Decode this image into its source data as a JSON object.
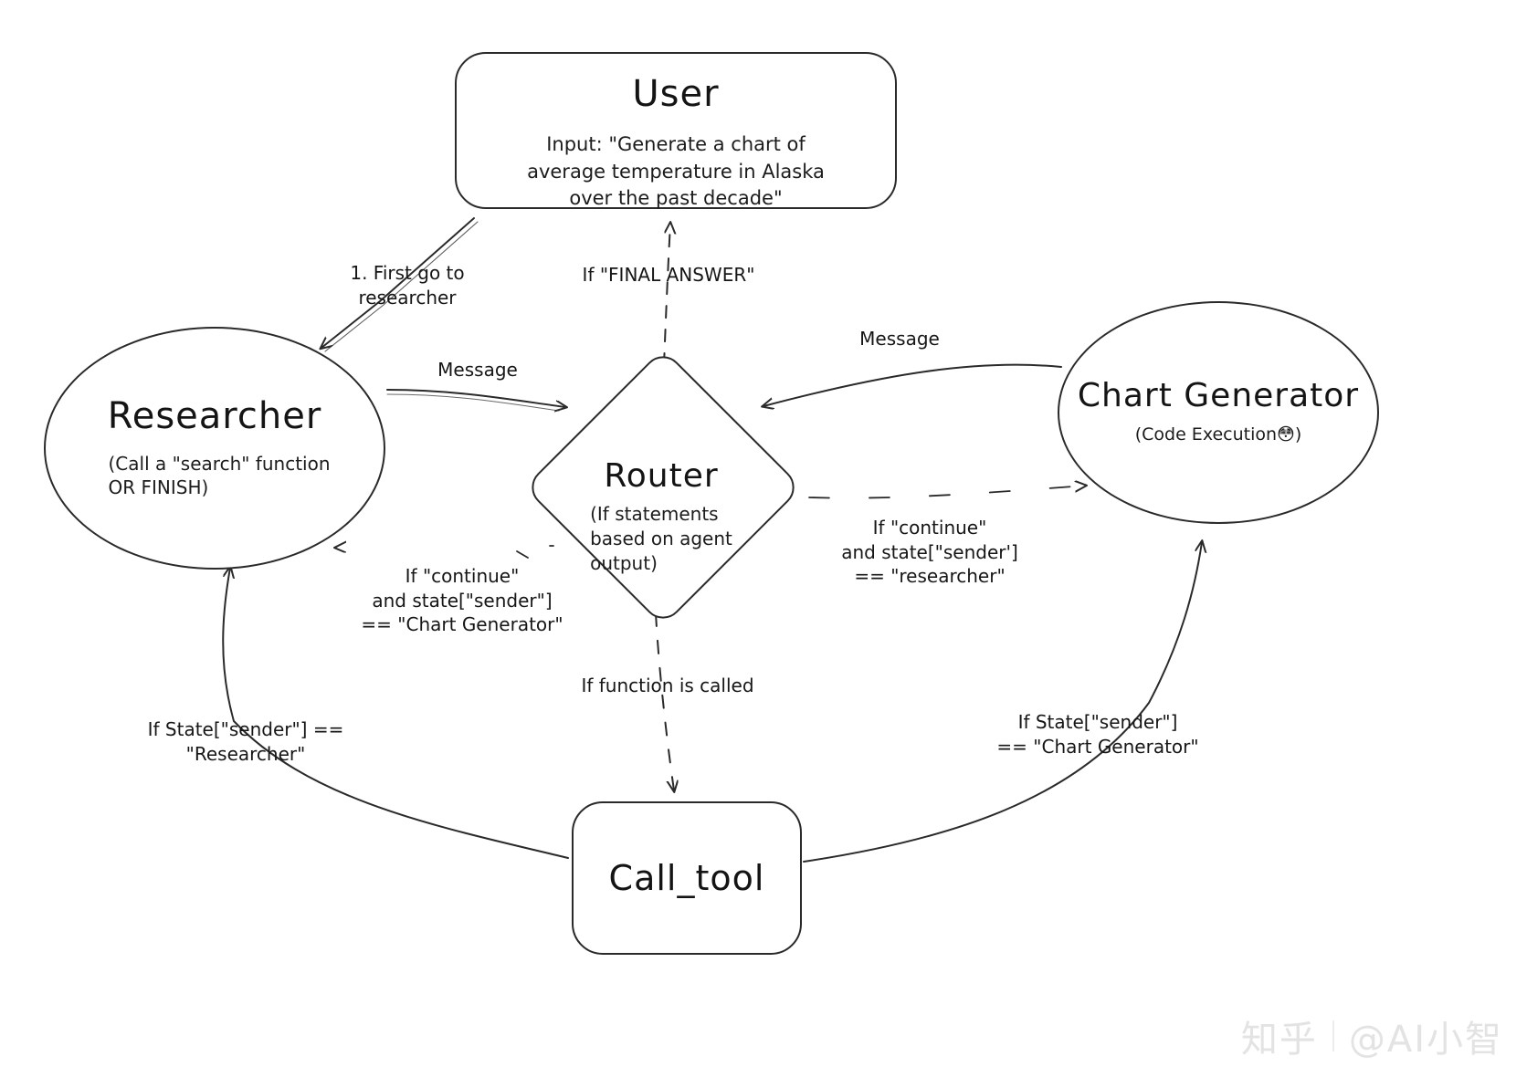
{
  "diagram": {
    "title": "Multi-agent graph: Researcher / Chart Generator / Router / Call_tool",
    "nodes": {
      "user": {
        "title": "User",
        "subtitle": "Input: \"Generate a chart of\naverage temperature in Alaska\nover the past decade\"",
        "shape": "rounded-box"
      },
      "researcher": {
        "title": "Researcher",
        "subtitle": "(Call a \"search\" function\nOR FINISH)",
        "shape": "ellipse"
      },
      "chart_generator": {
        "title": "Chart\nGenerator",
        "title_line1": "Chart",
        "title_line2": "Generator",
        "subtitle": "(Code Execution😳)",
        "shape": "ellipse"
      },
      "router": {
        "title": "Router",
        "subtitle": "(If statements\nbased on agent\noutput)",
        "shape": "diamond"
      },
      "call_tool": {
        "title": "Call_tool",
        "subtitle": "",
        "shape": "rounded-box"
      }
    },
    "edges": [
      {
        "id": "user-to-researcher",
        "from": "user",
        "to": "researcher",
        "label": "1. First go to\nresearcher",
        "style": "solid"
      },
      {
        "id": "router-to-user",
        "from": "router",
        "to": "user",
        "label": "If \"FINAL ANSWER\"",
        "style": "dashed"
      },
      {
        "id": "researcher-to-router",
        "from": "researcher",
        "to": "router",
        "label": "Message",
        "style": "solid"
      },
      {
        "id": "chart-to-router",
        "from": "chart_generator",
        "to": "router",
        "label": "Message",
        "style": "solid"
      },
      {
        "id": "router-to-researcher",
        "from": "router",
        "to": "researcher",
        "label": "If \"continue\"\nand state[\"sender\"]\n== \"Chart Generator\"",
        "style": "dashed"
      },
      {
        "id": "router-to-chart",
        "from": "router",
        "to": "chart_generator",
        "label": "If \"continue\"\nand state[\"sender']\n== \"researcher\"",
        "style": "dashed"
      },
      {
        "id": "router-to-calltool",
        "from": "router",
        "to": "call_tool",
        "label": "If function is called",
        "style": "dashed"
      },
      {
        "id": "calltool-to-researcher",
        "from": "call_tool",
        "to": "researcher",
        "label": "If State[\"sender\"] ==\n\"Researcher\"",
        "style": "solid"
      },
      {
        "id": "calltool-to-chart",
        "from": "call_tool",
        "to": "chart_generator",
        "label": "If State[\"sender\"]\n== \"Chart Generator\"",
        "style": "solid"
      }
    ],
    "watermark": {
      "logo": "知乎",
      "handle": "@AI小智"
    },
    "colors": {
      "stroke": "#2a2a2a",
      "text": "#141414",
      "background": "#ffffff",
      "watermark": "#e3e3e3"
    }
  }
}
